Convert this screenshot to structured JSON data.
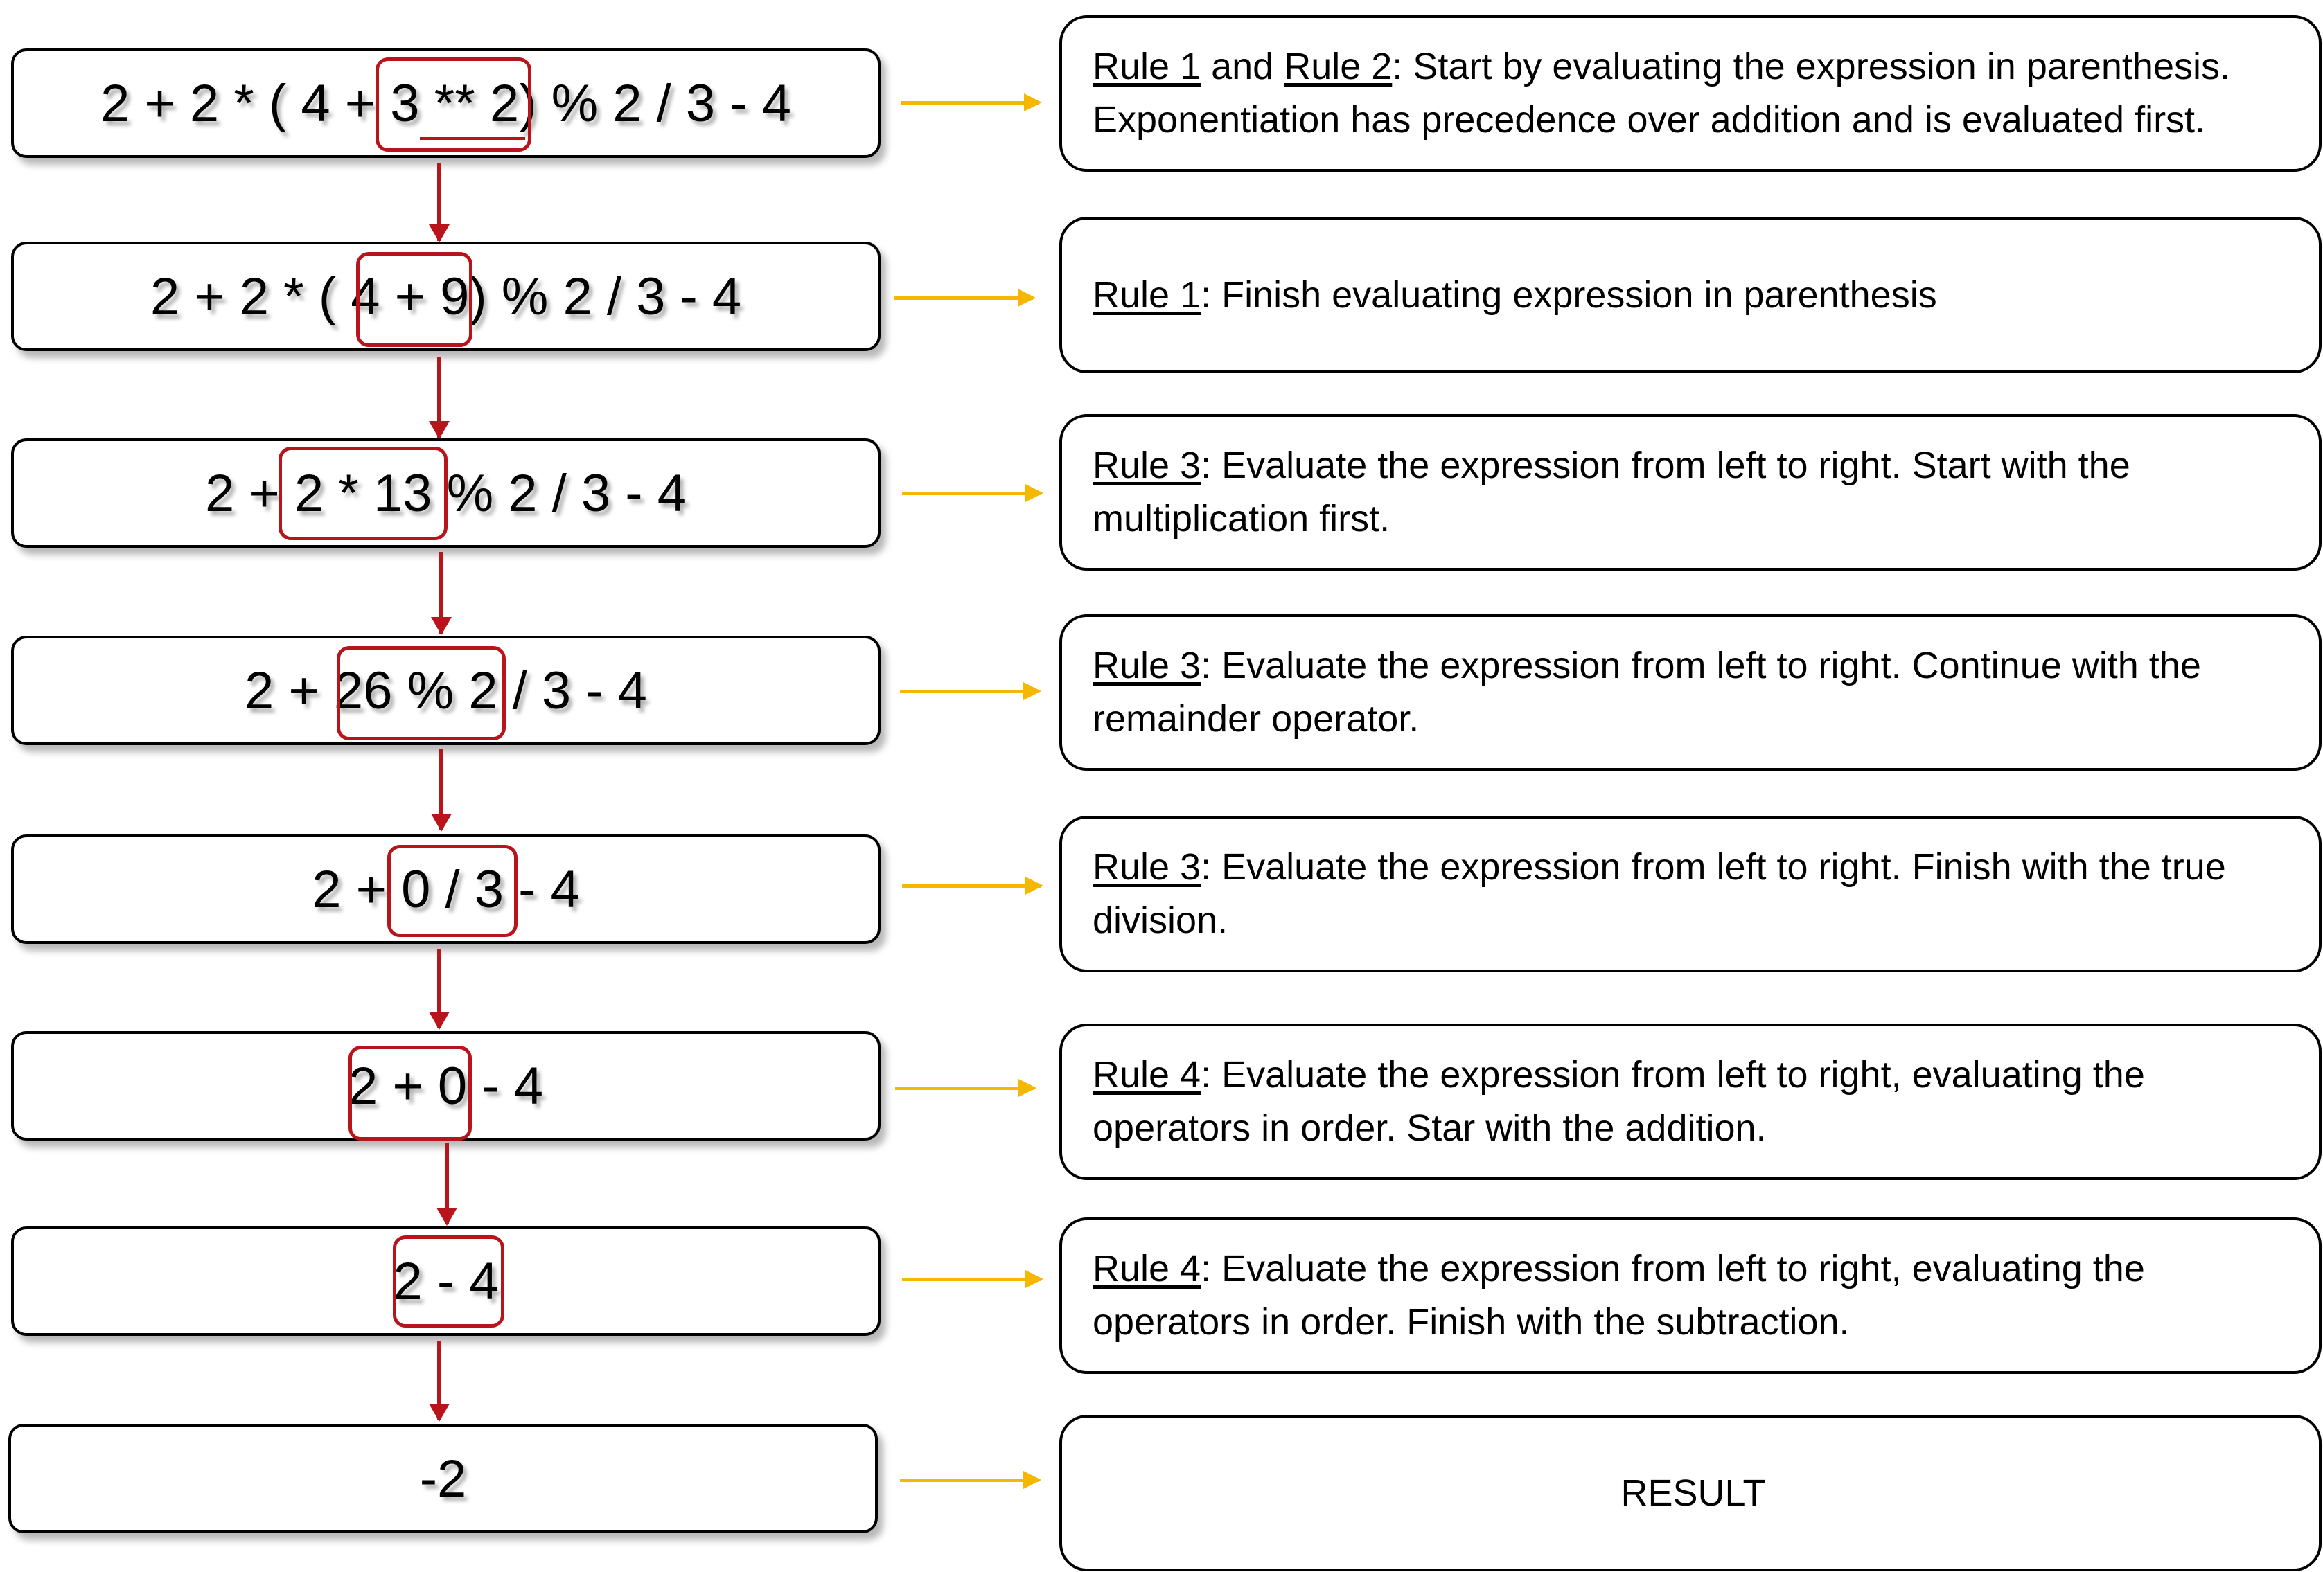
{
  "steps": [
    {
      "pre": "2 + 2 * ( 4 + ",
      "hl": "3 ** 2",
      "post": ") % 2 / 3 - 4",
      "explanation": {
        "rule_a": "Rule 1",
        "joiner": " and ",
        "rule_b": "Rule 2",
        "text": ": Start by evaluating the expression in parenthesis. Exponentiation has precedence over addition and is evaluated first."
      }
    },
    {
      "pre": "2 + 2 * ( ",
      "hl": "4 + 9",
      "post": ") % 2 / 3 - 4",
      "explanation": {
        "rule_a": "Rule 1",
        "text": ": Finish evaluating expression in parenthesis"
      }
    },
    {
      "pre": "2 + ",
      "hl": "2 * 13",
      "post": " % 2 / 3 - 4",
      "explanation": {
        "rule_a": "Rule 3",
        "text": ": Evaluate the expression from left to right. Start with the multiplication first."
      }
    },
    {
      "pre": "2 + ",
      "hl": "26 % 2",
      "post": " / 3 - 4",
      "explanation": {
        "rule_a": "Rule 3",
        "text": ": Evaluate the expression from left to right. Continue with the remainder operator."
      }
    },
    {
      "pre": "2 + ",
      "hl": "0 / 3",
      "post": " - 4",
      "explanation": {
        "rule_a": "Rule 3",
        "text": ": Evaluate the expression from left to right. Finish with the true division."
      }
    },
    {
      "pre": "",
      "hl": "2 + 0",
      "post": " - 4",
      "explanation": {
        "rule_a": "Rule 4",
        "text": ": Evaluate the expression from left to right, evaluating the operators in order. Star with the addition."
      }
    },
    {
      "pre": "",
      "hl": "2 - 4",
      "post": "",
      "explanation": {
        "rule_a": "Rule 4",
        "text": ": Evaluate the expression from left to right, evaluating the operators in order. Finish with the subtraction."
      }
    },
    {
      "pre": "-2",
      "hl": "",
      "post": "",
      "explanation": {
        "result": "RESULT"
      }
    }
  ],
  "colors": {
    "highlight": "#b8141b",
    "flow_arrow": "#b8141b",
    "side_arrow": "#f5b700",
    "border": "#000000"
  }
}
